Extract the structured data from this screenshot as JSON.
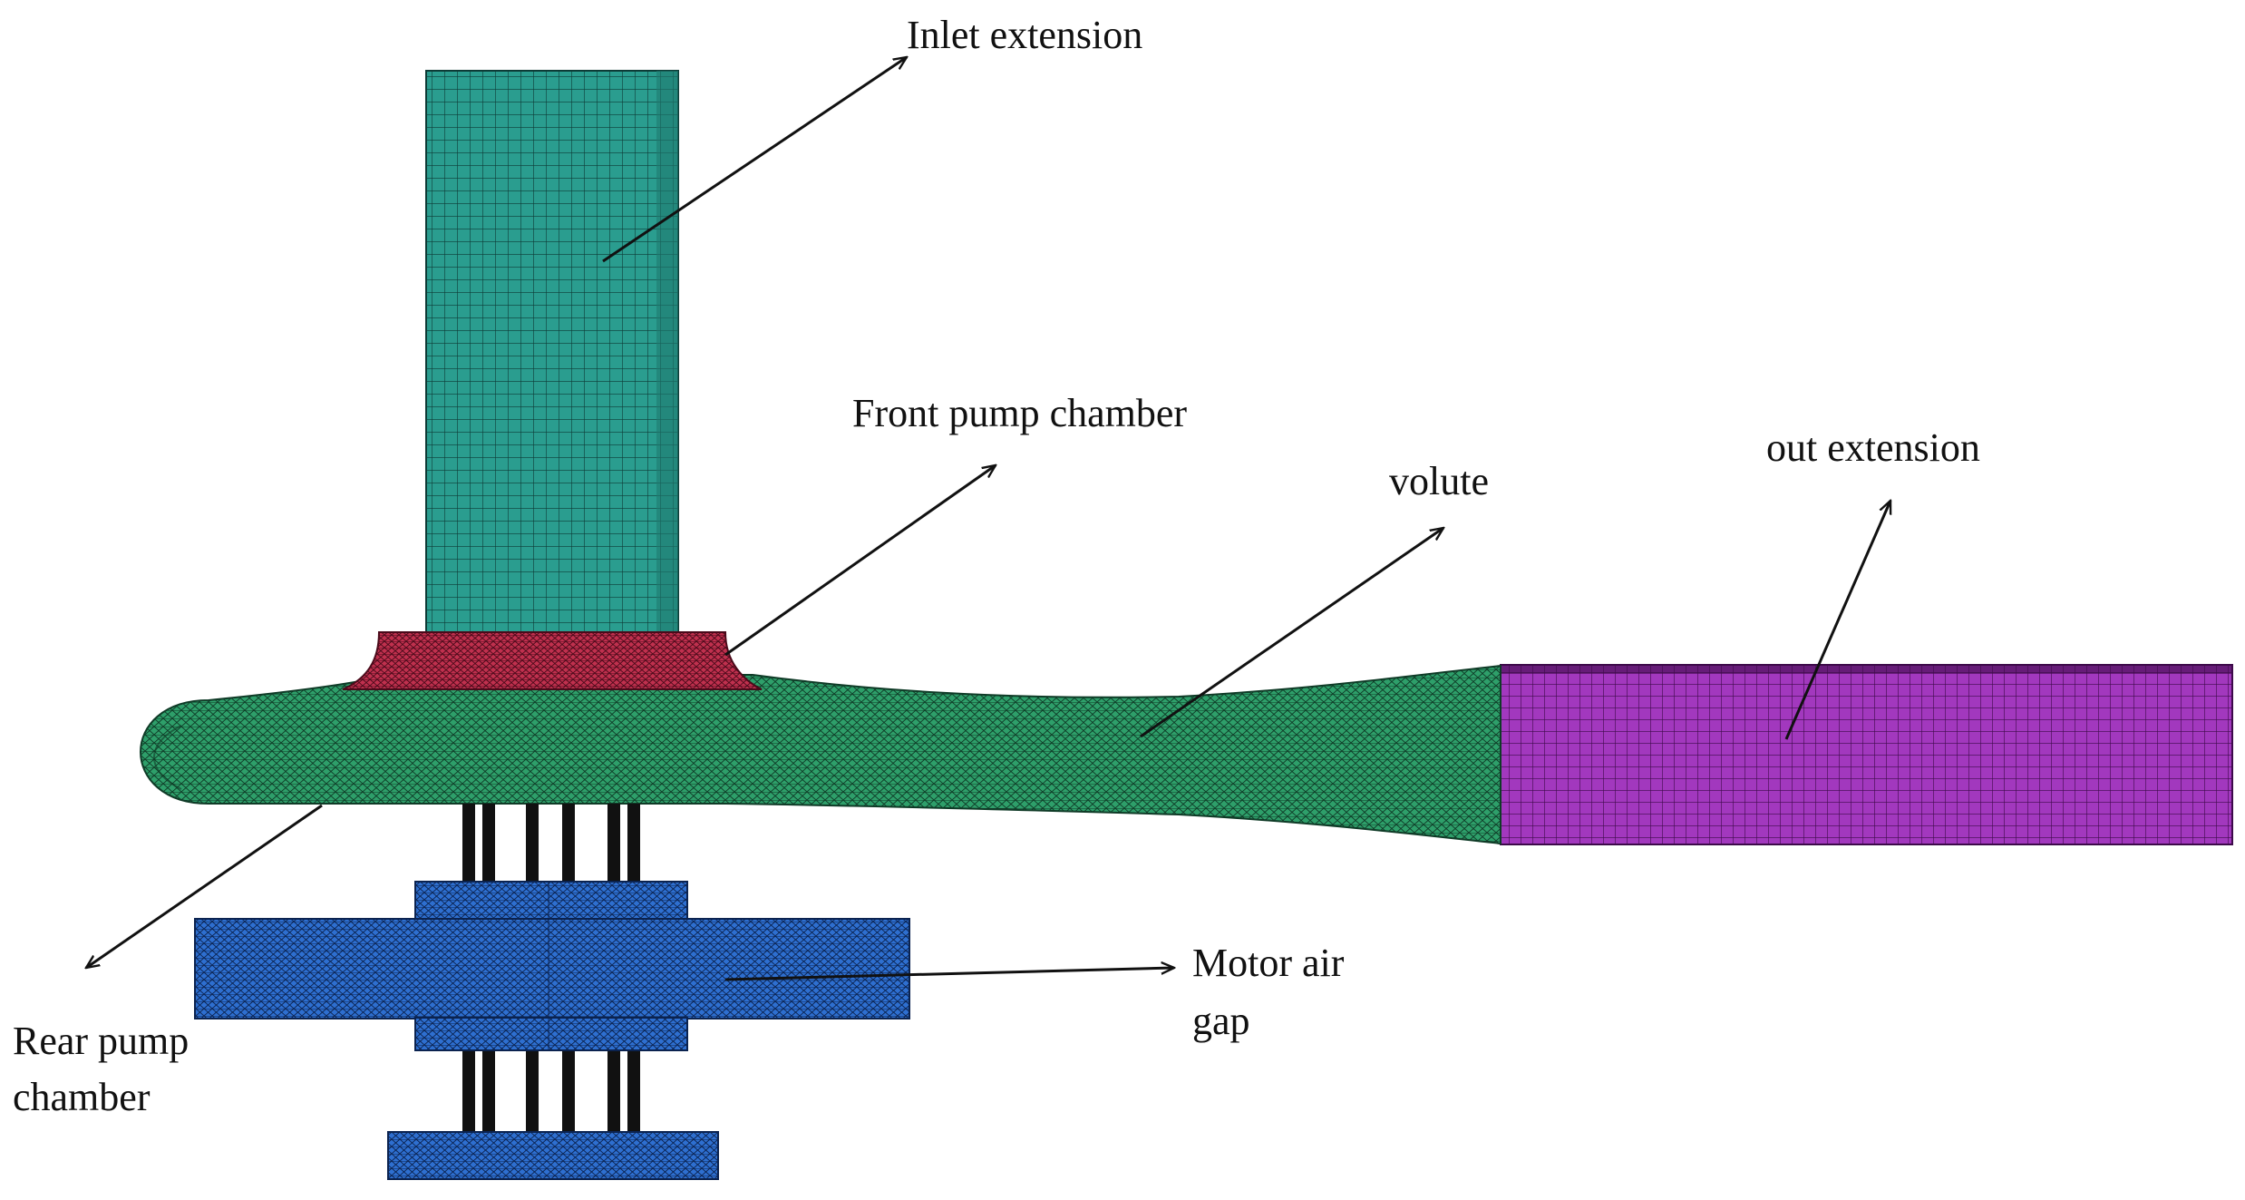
{
  "labels": {
    "inlet_extension": "Inlet extension",
    "front_pump_chamber": "Front pump chamber",
    "volute": "volute",
    "out_extension": "out extension",
    "motor_air_gap_line1": "Motor air",
    "motor_air_gap_line2": "gap",
    "rear_pump_chamber_line1": "Rear pump",
    "rear_pump_chamber_line2": "chamber"
  },
  "colors": {
    "inlet_extension": "#2a9d8f",
    "front_pump_chamber": "#c0304e",
    "volute": "#2e9f6a",
    "out_extension": "#9b2fb5",
    "motor_air_gap": "#2e6fd0",
    "shaft": "#111111"
  }
}
